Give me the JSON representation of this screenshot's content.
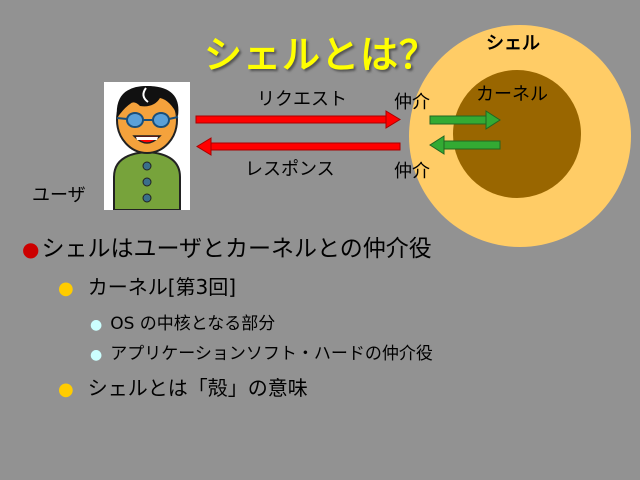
{
  "slide": {
    "title": "シェルとは？",
    "diagram": {
      "shell_label": "シェル",
      "kernel_label": "カーネル",
      "intermediary_top": "仲介",
      "intermediary_bottom": "仲介",
      "request_label": "リクエスト",
      "response_label": "レスポンス",
      "user_label": "ユーザ"
    },
    "bullets": {
      "main": "シェルはユーザとカーネルとの仲介役",
      "sub1": "カーネル[第3回]",
      "sub1_items": [
        "OS の中核となる部分",
        "アプリケーションソフト・ハードの仲介役"
      ],
      "sub2": "シェルとは「殻」の意味"
    }
  },
  "colors": {
    "background": "#929292",
    "title": "#ffff00",
    "shell": "#ffcc66",
    "kernel": "#996600",
    "red_arrow": "#ff0000",
    "green_arrow": "#33aa33",
    "main_bullet": "#cc0000",
    "sub_bullet": "#ffcc00",
    "sub_sub_bullet": "#ccffff"
  }
}
